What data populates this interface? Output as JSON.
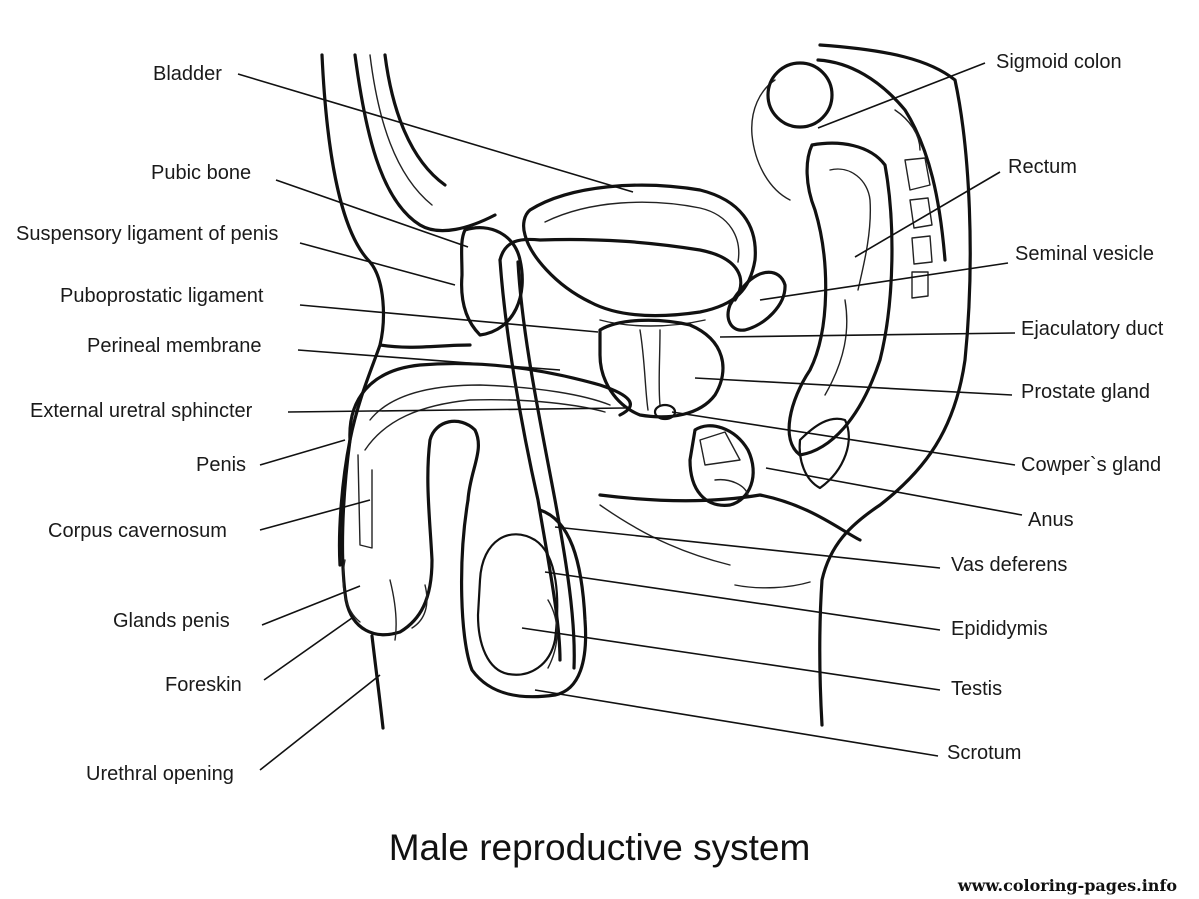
{
  "title": "Male reproductive system",
  "watermark": "www.coloring-pages.info",
  "labels_left": [
    {
      "key": "bladder",
      "text": "Bladder"
    },
    {
      "key": "pubic_bone",
      "text": "Pubic bone"
    },
    {
      "key": "suspensory",
      "text": "Suspensory ligament of penis"
    },
    {
      "key": "puboprostatic",
      "text": "Puboprostatic ligament"
    },
    {
      "key": "perineal",
      "text": "Perineal membrane"
    },
    {
      "key": "sphincter",
      "text": "External uretral sphincter"
    },
    {
      "key": "penis",
      "text": "Penis"
    },
    {
      "key": "corpus",
      "text": "Corpus cavernosum"
    },
    {
      "key": "glands",
      "text": "Glands penis"
    },
    {
      "key": "foreskin",
      "text": "Foreskin"
    },
    {
      "key": "urethral",
      "text": "Urethral opening"
    }
  ],
  "labels_right": [
    {
      "key": "sigmoid",
      "text": "Sigmoid colon"
    },
    {
      "key": "rectum",
      "text": "Rectum"
    },
    {
      "key": "seminal",
      "text": "Seminal vesicle"
    },
    {
      "key": "ejaculatory",
      "text": "Ejaculatory duct"
    },
    {
      "key": "prostate",
      "text": "Prostate gland"
    },
    {
      "key": "cowper",
      "text": "Cowper`s gland"
    },
    {
      "key": "anus",
      "text": "Anus"
    },
    {
      "key": "vas",
      "text": "Vas deferens"
    },
    {
      "key": "epididymis",
      "text": "Epididymis"
    },
    {
      "key": "testis",
      "text": "Testis"
    },
    {
      "key": "scrotum",
      "text": "Scrotum"
    }
  ]
}
